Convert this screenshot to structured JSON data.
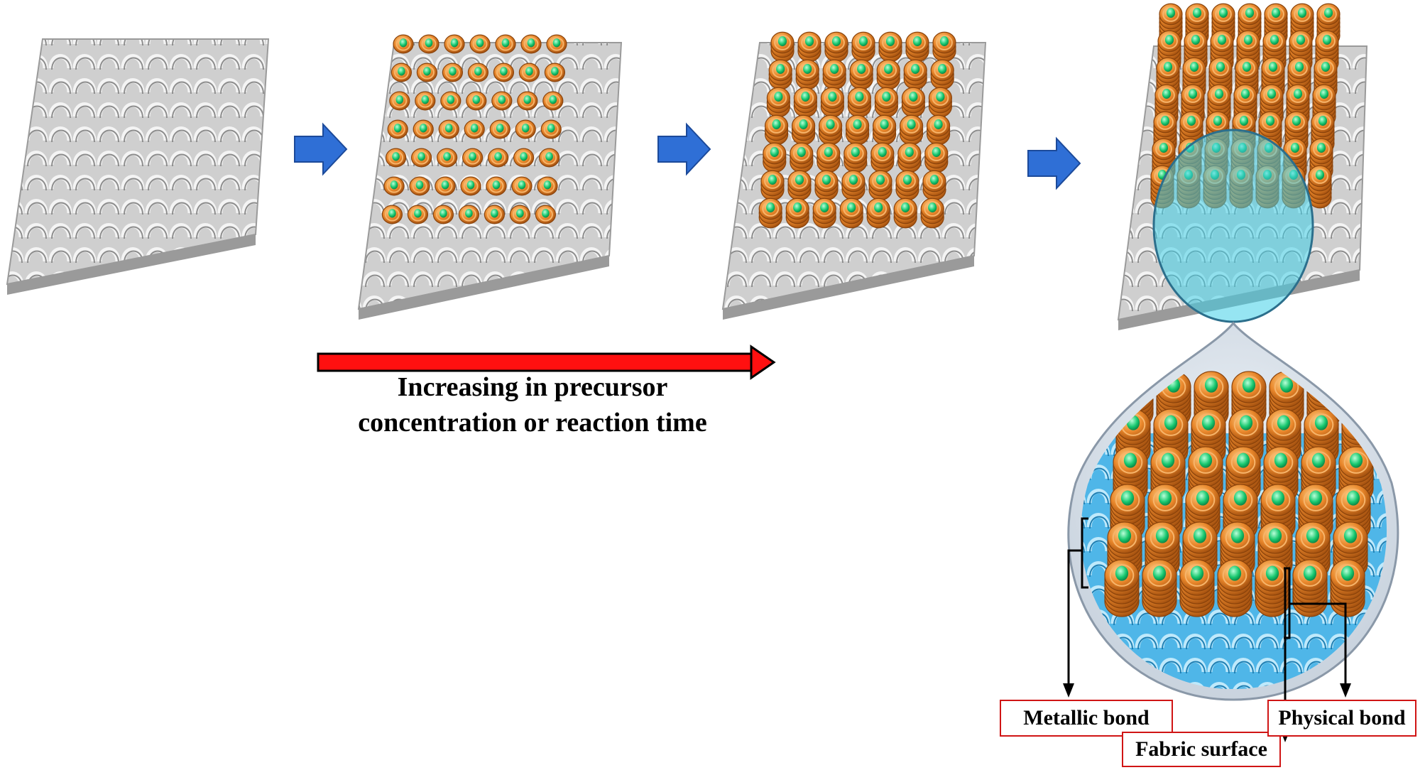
{
  "caption": {
    "line1": "Increasing in precursor",
    "line2": "concentration or reaction time"
  },
  "labels": {
    "metallic": "Metallic bond",
    "fabric": "Fabric surface",
    "physical": "Physical bond"
  },
  "colors": {
    "fabric": "#d9d9d9",
    "fabric_shadow": "#8a8a8a",
    "shell": "#e8862a",
    "shell_dark": "#a7520f",
    "core": "#1fd17a",
    "step_arrow": "#2f6fd6",
    "long_arrow": "#ff1010",
    "label_border": "#d01515",
    "zoom_blue": "#5fc6f0"
  },
  "stages": [
    {
      "name": "bare-fabric",
      "layers": 0
    },
    {
      "name": "seeded-fabric",
      "layers": 1
    },
    {
      "name": "grown-fabric",
      "layers": 3
    },
    {
      "name": "coated-fabric",
      "layers": 6
    }
  ]
}
